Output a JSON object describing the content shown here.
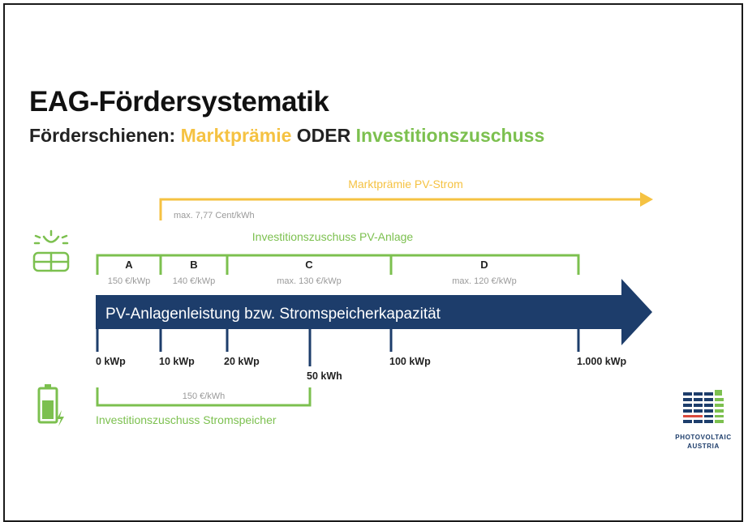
{
  "title": "EAG-Fördersystematik",
  "subtitle": {
    "prefix": "Förderschienen: ",
    "market": "Marktprämie",
    "or": " ODER ",
    "invest": "Investitionszuschuss"
  },
  "market_premium": {
    "label": "Marktprämie PV-Strom",
    "max": "max. 7,77 Cent/kWh"
  },
  "investment_pv": {
    "label": "Investitionszuschuss PV-Anlage",
    "segments": [
      {
        "name": "A",
        "rate": "150 €/kWp"
      },
      {
        "name": "B",
        "rate": "140 €/kWp"
      },
      {
        "name": "C",
        "rate": "max. 130 €/kWp"
      },
      {
        "name": "D",
        "rate": "max. 120 €/kWp"
      }
    ]
  },
  "capacity_axis": {
    "label": "PV-Anlagenleistung bzw. Stromspeicherkapazität",
    "ticks": [
      "0 kWp",
      "10 kWp",
      "20 kWp",
      "50 kWh",
      "100 kWp",
      "1.000 kWp"
    ]
  },
  "storage": {
    "label": "Investitionszuschuss Stromspeicher",
    "rate": "150 €/kWh"
  },
  "logo": {
    "line1": "PHOTOVOLTAIC",
    "line2": "AUSTRIA"
  },
  "colors": {
    "navy": "#1d3d6b",
    "green": "#7cc04f",
    "yellow": "#f5c242",
    "grey": "#9a9a9a",
    "red": "#d94a3d"
  },
  "icons": [
    "solar-panel-icon",
    "battery-icon",
    "photovoltaic-austria-logo"
  ]
}
